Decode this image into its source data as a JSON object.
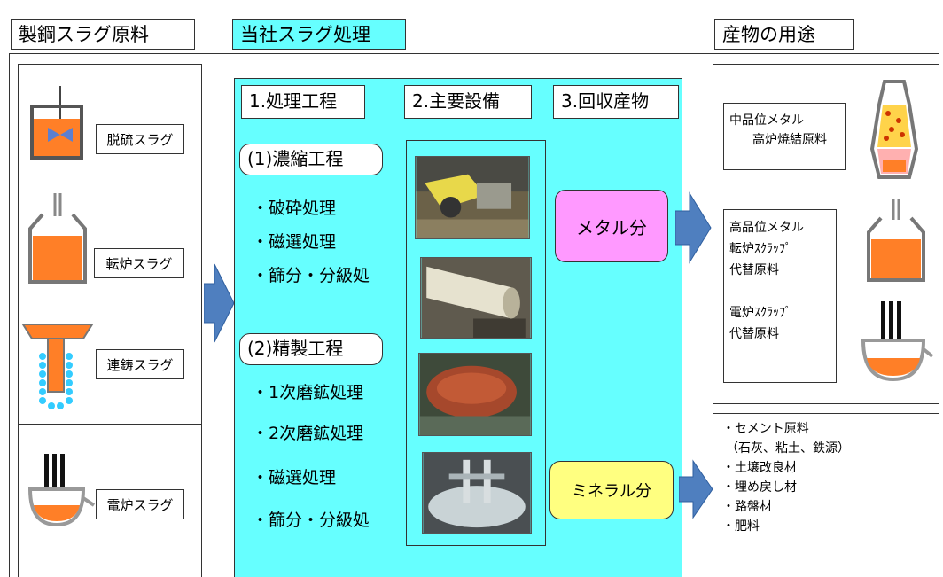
{
  "headers": {
    "left": "製鋼スラグ原料",
    "middle": "当社スラグ処理",
    "right": "産物の用途"
  },
  "slag_types": {
    "desulf": "脱硫スラグ",
    "converter": "転炉スラグ",
    "casting": "連鋳スラグ",
    "eaf": "電炉スラグ"
  },
  "columns": {
    "process": "1.処理工程",
    "equipment": "2.主要設備",
    "products": "3.回収産物"
  },
  "process": {
    "concentration_title": "(1)濃縮工程",
    "concentration_steps": [
      "・破砕処理",
      "・磁選処理",
      "・篩分・分級処"
    ],
    "refining_title": "(2)精製工程",
    "refining_steps": [
      "・1次磨鉱処理",
      "・2次磨鉱処理",
      "・磁選処理",
      "・篩分・分級処"
    ]
  },
  "products": {
    "metal": "メタル分",
    "mineral": "ミネラル分"
  },
  "uses": {
    "mid_grade_1": "中品位メタル",
    "mid_grade_2": "高炉焼結原料",
    "high_grade_1": "高品位メタル",
    "high_grade_2": "転炉ｽｸﾗｯﾌﾟ",
    "high_grade_3": "代替原料",
    "high_grade_4": "電炉ｽｸﾗｯﾌﾟ",
    "high_grade_5": "代替原料",
    "mineral_uses": [
      "・セメント原料",
      "（石灰、粘土、鉄源）",
      "・土壌改良材",
      "・埋め戻し材",
      "・路盤材",
      "・肥料"
    ]
  },
  "colors": {
    "cyan_panel": "#66ffff",
    "metal_box": "#ff99ff",
    "mineral_box": "#ffff80",
    "arrow": "#4f7fbf",
    "slag_orange": "#ff7f27"
  }
}
